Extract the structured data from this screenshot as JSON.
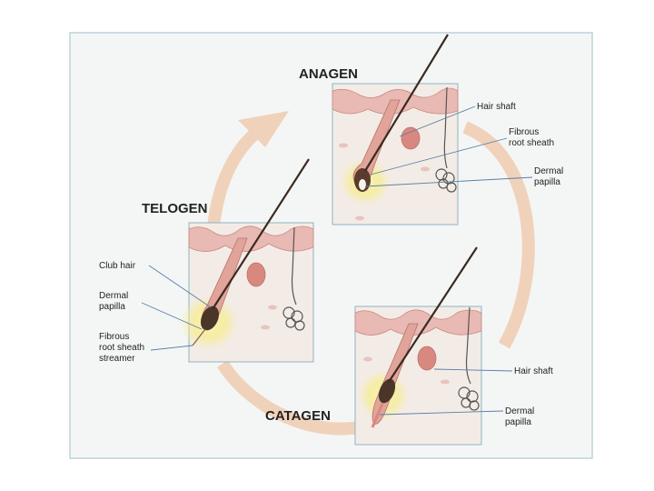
{
  "stages": {
    "anagen": {
      "title": "ANAGEN",
      "labels": [
        "Hair shaft",
        "Fibrous",
        "root sheath",
        "Dermal",
        "papilla"
      ]
    },
    "telogen": {
      "title": "TELOGEN",
      "labels": [
        "Club hair",
        "Dermal",
        "papilla",
        "Fibrous",
        "root sheath",
        "streamer"
      ]
    },
    "catagen": {
      "title": "CATAGEN",
      "labels": [
        "Hair shaft",
        "Dermal",
        "papilla"
      ]
    }
  },
  "colors": {
    "page_background": "#f4f6f6",
    "panel_border": "#8fb3c0",
    "skin_surface": "#e9b9b4",
    "dermis": "#f3ece6",
    "cycle_arrow": "#f0d2ba",
    "hair": "#3a2b22",
    "glow": "#f6ec8a",
    "leader_line": "#5a7fa6"
  }
}
